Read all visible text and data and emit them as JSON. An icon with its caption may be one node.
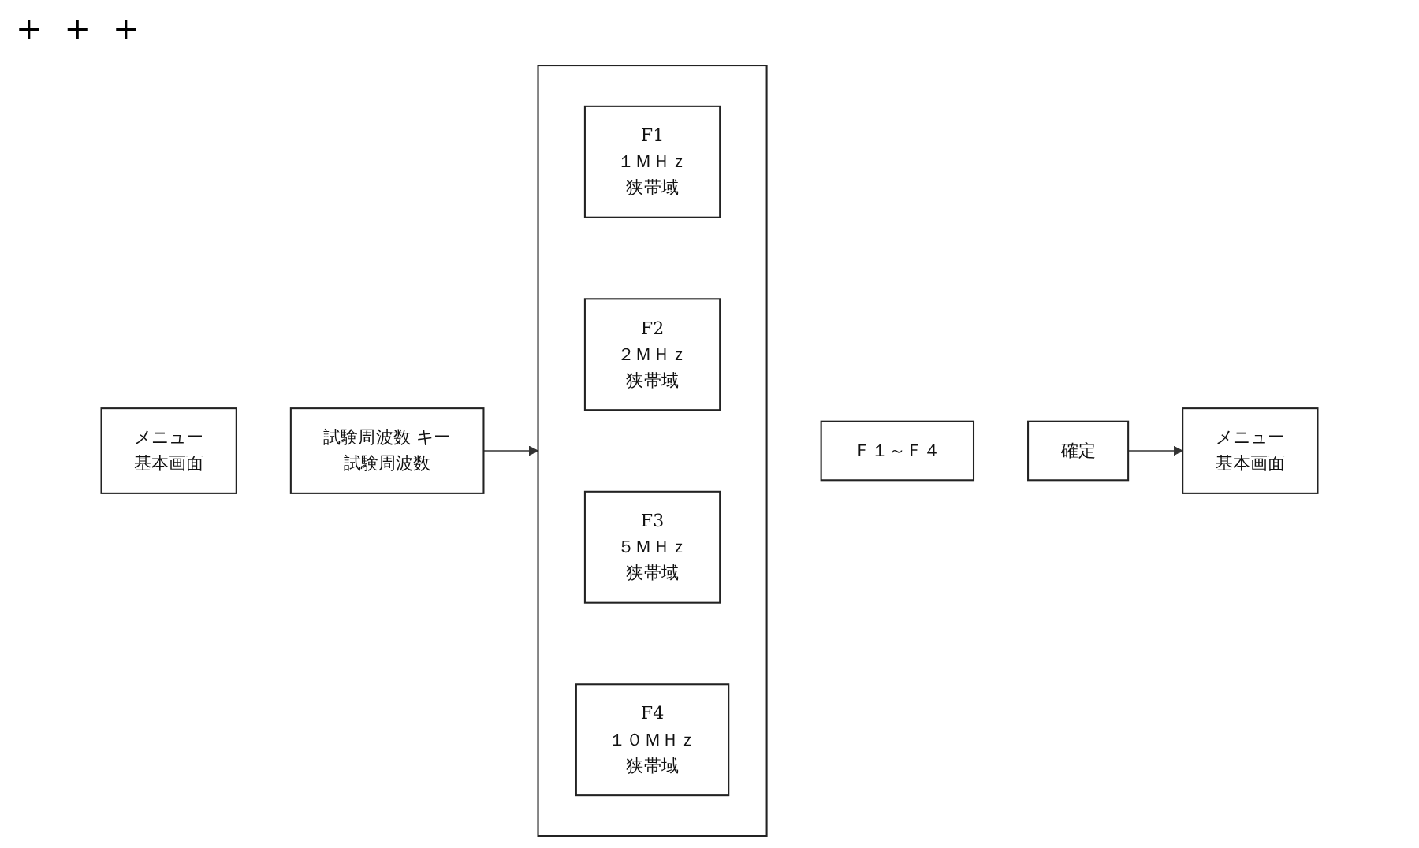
{
  "diagram": {
    "nodes": [
      {
        "text": [
          "メニュー",
          "基本画面"
        ]
      },
      {
        "text": [
          "試験周波数 キー",
          "試験周波数"
        ]
      },
      {
        "text": [],
        "shape": "box"
      },
      {
        "text": [
          "F1",
          "１ＭＨｚ",
          "狭帯域"
        ],
        "in": 2
      },
      {
        "text": [
          "F2",
          "２ＭＨｚ",
          "狭帯域"
        ],
        "in": 2
      },
      {
        "text": [
          "F3",
          "５ＭＨｚ",
          "狭帯域"
        ],
        "in": 2
      },
      {
        "text": [
          "F4",
          "１０ＭＨｚ",
          "狭帯域"
        ],
        "in": 2
      },
      {
        "text": [
          "Ｆ１～Ｆ４"
        ]
      },
      {
        "text": [
          "確定"
        ]
      },
      {
        "text": [
          "メニュー",
          "基本画面"
        ]
      }
    ],
    "edges": [
      {
        "from": 1,
        "to": 2,
        "arrow": "to"
      },
      {
        "from": 8,
        "to": 9,
        "arrow": "to"
      }
    ],
    "labels": [
      "+",
      "+",
      "+"
    ]
  }
}
